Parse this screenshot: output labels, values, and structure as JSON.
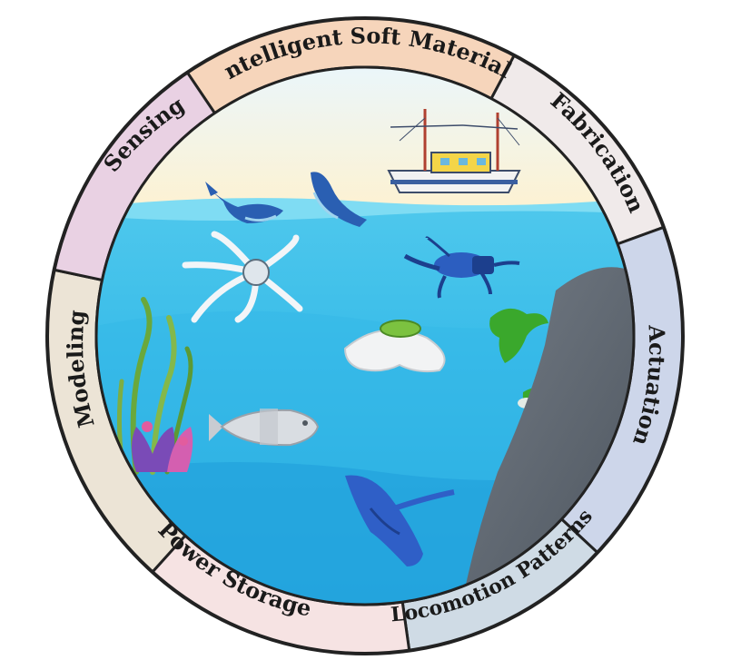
{
  "segments": [
    {
      "id": "intelligent-soft-materials",
      "label": "Intelligent Soft Materials",
      "color": "#f6d5bb"
    },
    {
      "id": "fabrication",
      "label": "Fabrication",
      "color": "#f0eaea"
    },
    {
      "id": "actuation",
      "label": "Actuation",
      "color": "#cdd6ea"
    },
    {
      "id": "locomotion-patterns",
      "label": "Locomotion Patterns",
      "color": "#cfdbe5"
    },
    {
      "id": "power-storage",
      "label": "Power Storage",
      "color": "#f6e3e3"
    },
    {
      "id": "modeling",
      "label": "Modeling",
      "color": "#ece4d6"
    },
    {
      "id": "sensing",
      "label": "Sensing",
      "color": "#e9d1e3"
    }
  ],
  "scene": {
    "icons": [
      "boat-icon",
      "whale-icon",
      "dolphin-icon",
      "starfish-robot-icon",
      "fly-robot-icon",
      "jellyfish-robot-icon",
      "gripper-robot-icon",
      "fish-robot-icon",
      "manta-ray-robot-icon",
      "seaweed-icon",
      "coral-icon",
      "rock-icon"
    ],
    "colors": {
      "sky": "#fdf5da",
      "sea_top": "#5ed0ee",
      "sea_bottom": "#1ba6df",
      "rock": "#5c646e"
    }
  }
}
